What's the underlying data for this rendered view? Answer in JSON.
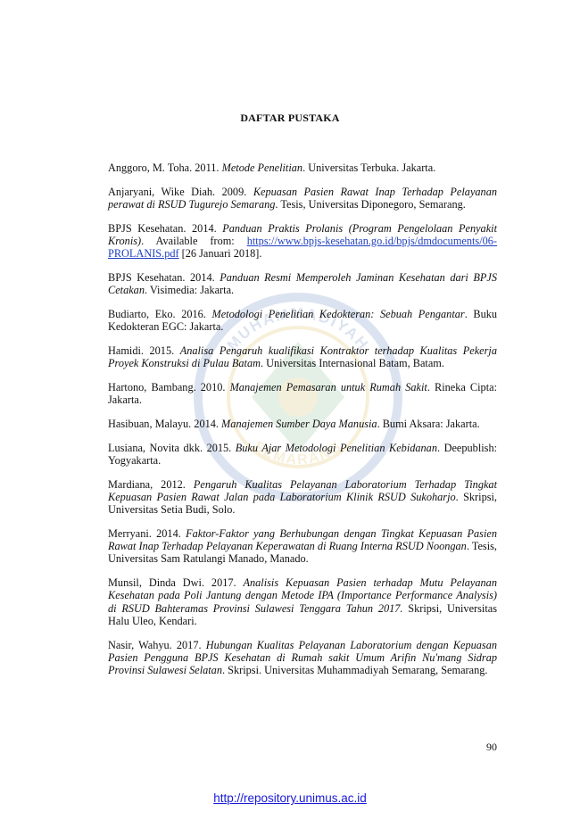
{
  "heading": "DAFTAR PUSTAKA",
  "references": [
    [
      {
        "t": "Anggoro, M. Toha. 2011. "
      },
      {
        "t": "Metode Penelitian",
        "i": true
      },
      {
        "t": ". Universitas Terbuka. Jakarta."
      }
    ],
    [
      {
        "t": "Anjaryani, Wike Diah. 2009. "
      },
      {
        "t": "Kepuasan Pasien Rawat Inap Terhadap Pelayanan perawat di RSUD Tugurejo Semarang",
        "i": true
      },
      {
        "t": ". Tesis, Universitas Diponegoro, Semarang."
      }
    ],
    [
      {
        "t": "BPJS Kesehatan. 2014. "
      },
      {
        "t": "Panduan Praktis Prolanis (Program Pengelolaan Penyakit Kronis)",
        "i": true
      },
      {
        "t": ". Available from: "
      },
      {
        "t": "https://www.bpjs-kesehatan.go.id/bpjs/dmdocuments/06-PROLANIS.pdf",
        "link": true
      },
      {
        "t": "  [26 Januari 2018]."
      }
    ],
    [
      {
        "t": "BPJS Kesehatan. 2014. "
      },
      {
        "t": "Panduan Resmi Memperoleh Jaminan Kesehatan dari BPJS Cetakan",
        "i": true
      },
      {
        "t": ". Visimedia: Jakarta."
      }
    ],
    [
      {
        "t": "Budiarto, Eko. 2016. "
      },
      {
        "t": "Metodologi Penelitian Kedokteran: Sebuah Pengantar",
        "i": true
      },
      {
        "t": ". Buku Kedokteran EGC: Jakarta."
      }
    ],
    [
      {
        "t": "Hamidi. 2015. "
      },
      {
        "t": "Analisa Pengaruh kualifikasi Kontraktor terhadap Kualitas Pekerja Proyek Konstruksi di Pulau Batam",
        "i": true
      },
      {
        "t": ". Universitas Internasional Batam, Batam."
      }
    ],
    [
      {
        "t": "Hartono, Bambang. 2010. "
      },
      {
        "t": "Manajemen Pemasaran untuk Rumah Sakit",
        "i": true
      },
      {
        "t": ". Rineka Cipta: Jakarta."
      }
    ],
    [
      {
        "t": "Hasibuan, Malayu. 2014. "
      },
      {
        "t": "Manajemen Sumber Daya Manusia",
        "i": true
      },
      {
        "t": ". Bumi Aksara: Jakarta."
      }
    ],
    [
      {
        "t": "Lusiana, Novita dkk. 2015. "
      },
      {
        "t": "Buku Ajar Metodologi Penelitian Kebidanan",
        "i": true
      },
      {
        "t": ". Deepublish: Yogyakarta."
      }
    ],
    [
      {
        "t": "Mardiana, 2012. "
      },
      {
        "t": "Pengaruh Kualitas Pelayanan Laboratorium Terhadap Tingkat Kepuasan Pasien Rawat Jalan pada Laboratorium Klinik RSUD Sukoharjo",
        "i": true
      },
      {
        "t": ". Skripsi, Universitas Setia Budi, Solo."
      }
    ],
    [
      {
        "t": "Merryani. 2014. "
      },
      {
        "t": "Faktor-Faktor yang Berhubungan dengan Tingkat Kepuasan Pasien Rawat Inap Terhadap Pelayanan Keperawatan di Ruang Interna RSUD Noongan",
        "i": true
      },
      {
        "t": ". Tesis, Universitas Sam Ratulangi Manado, Manado."
      }
    ],
    [
      {
        "t": "Munsil, Dinda Dwi. 2017. "
      },
      {
        "t": "Analisis Kepuasan Pasien terhadap Mutu Pelayanan Kesehatan pada Poli Jantung dengan Metode IPA (Importance Performance Analysis) di RSUD Bahteramas Provinsi Sulawesi Tenggara Tahun 2017.",
        "i": true
      },
      {
        "t": " Skripsi, Universitas Halu Uleo, Kendari."
      }
    ],
    [
      {
        "t": "Nasir, Wahyu. 2017. "
      },
      {
        "t": "Hubungan Kualitas Pelayanan Laboratorium dengan Kepuasan Pasien Pengguna BPJS Kesehatan di Rumah sakit Umum Arifin Nu'mang Sidrap Provinsi Sulawesi Selatan",
        "i": true
      },
      {
        "t": ". Skripsi. Universitas Muhammadiyah Semarang, Semarang."
      }
    ]
  ],
  "page_number": "90",
  "footer_link": "http://repository.unimus.ac.id",
  "watermark_text_top": "MUHAMMADIYAH",
  "watermark_text_bottom": "SEMARANG",
  "colors": {
    "link": "#1f3fbf",
    "footer_link": "#1a1ad6",
    "watermark_blue": "#2b5aa8",
    "watermark_green": "#2e8b3e",
    "watermark_gold": "#d4a017"
  }
}
